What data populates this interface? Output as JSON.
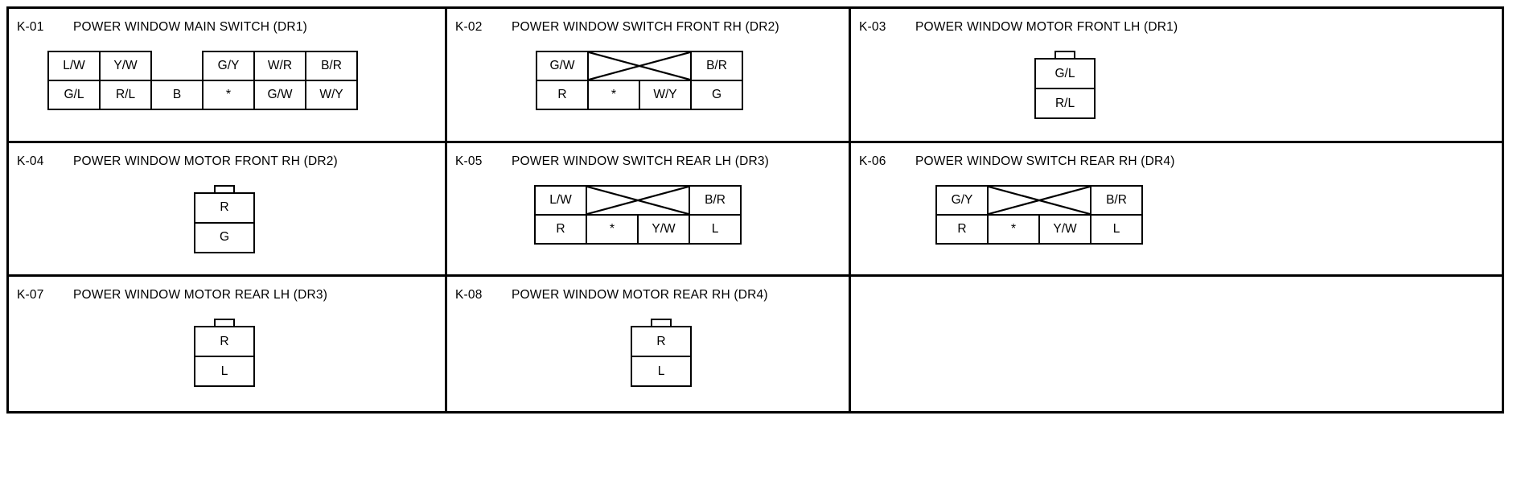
{
  "sheet": {
    "kind": "connector-views",
    "columns": 3,
    "rows": 3
  },
  "cells": [
    {
      "code": "K-01",
      "title": "POWER WINDOW MAIN SWITCH (DR1)",
      "type": "pin-table",
      "rows": [
        [
          "L/W",
          "Y/W",
          "",
          "G/Y",
          "W/R",
          "B/R"
        ],
        [
          "G/L",
          "R/L",
          "B",
          "*",
          "G/W",
          "W/Y"
        ]
      ]
    },
    {
      "code": "K-02",
      "title": "POWER WINDOW SWITCH FRONT RH (DR2)",
      "type": "pin-table-x",
      "rows": [
        [
          "G/W",
          "X",
          "B/R"
        ],
        [
          "R",
          "*",
          "W/Y",
          "G"
        ]
      ]
    },
    {
      "code": "K-03",
      "title": "POWER WINDOW MOTOR FRONT LH (DR1)",
      "type": "motor",
      "pins": [
        "G/L",
        "R/L"
      ]
    },
    {
      "code": "K-04",
      "title": "POWER WINDOW MOTOR FRONT RH (DR2)",
      "type": "motor",
      "pins": [
        "R",
        "G"
      ]
    },
    {
      "code": "K-05",
      "title": "POWER WINDOW SWITCH REAR LH (DR3)",
      "type": "pin-table-x",
      "rows": [
        [
          "L/W",
          "X",
          "B/R"
        ],
        [
          "R",
          "*",
          "Y/W",
          "L"
        ]
      ]
    },
    {
      "code": "K-06",
      "title": "POWER WINDOW SWITCH REAR RH (DR4)",
      "type": "pin-table-x",
      "rows": [
        [
          "G/Y",
          "X",
          "B/R"
        ],
        [
          "R",
          "*",
          "Y/W",
          "L"
        ]
      ]
    },
    {
      "code": "K-07",
      "title": "POWER WINDOW MOTOR REAR LH (DR3)",
      "type": "motor",
      "pins": [
        "R",
        "L"
      ]
    },
    {
      "code": "K-08",
      "title": "POWER WINDOW MOTOR REAR RH (DR4)",
      "type": "motor",
      "pins": [
        "R",
        "L"
      ]
    },
    {
      "code": "",
      "title": "",
      "type": "empty"
    }
  ],
  "colors": {
    "ink": "#000000",
    "paper": "#ffffff"
  }
}
